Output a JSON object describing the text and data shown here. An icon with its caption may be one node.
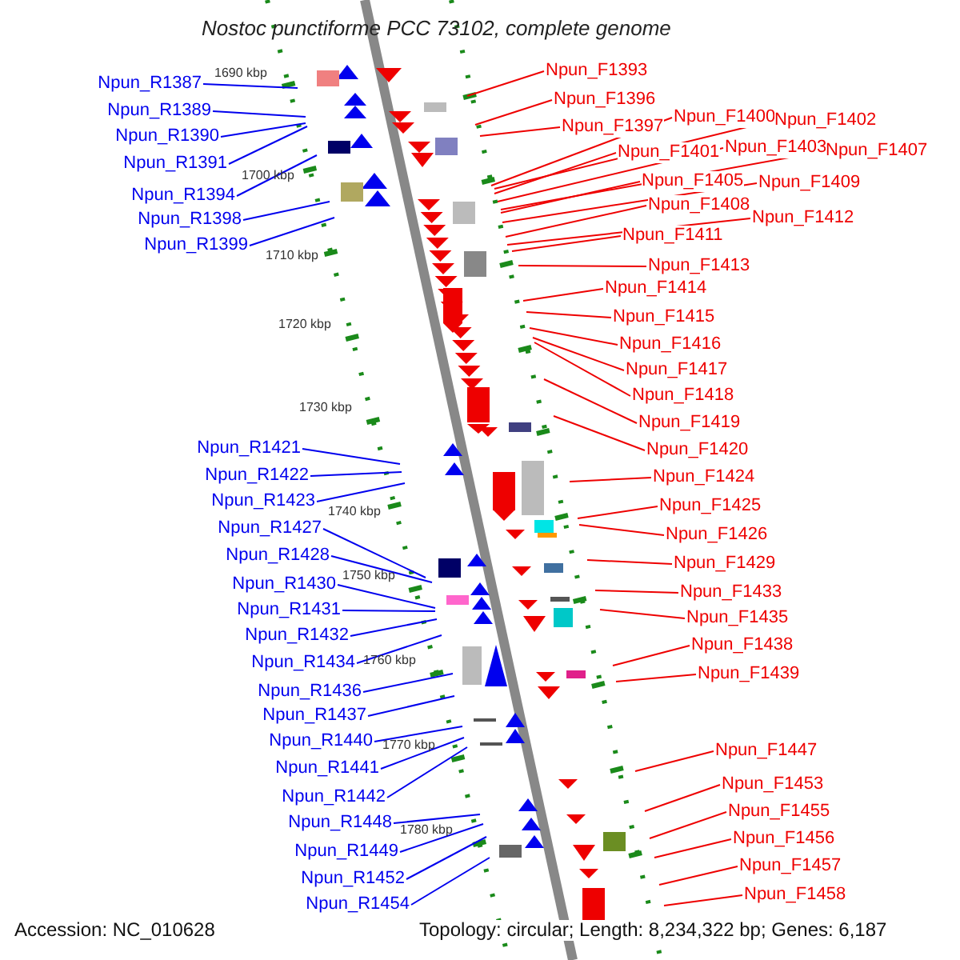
{
  "diagram": {
    "title": "Nostoc punctiforme PCC 73102, complete genome",
    "nodes": [
      {
        "text": [
          "Npun_R1387"
        ]
      },
      {
        "text": [
          "Npun_R1389"
        ]
      },
      {
        "text": [
          "Npun_R1390"
        ]
      },
      {
        "text": [
          "Npun_R1391"
        ]
      },
      {
        "text": [
          "Npun_R1394"
        ]
      },
      {
        "text": [
          "Npun_R1398"
        ]
      },
      {
        "text": [
          "Npun_R1399"
        ]
      },
      {
        "text": [
          "Npun_R1421"
        ]
      },
      {
        "text": [
          "Npun_R1422"
        ]
      },
      {
        "text": [
          "Npun_R1423"
        ]
      },
      {
        "text": [
          "Npun_R1427"
        ]
      },
      {
        "text": [
          "Npun_R1428"
        ]
      },
      {
        "text": [
          "Npun_R1430"
        ]
      },
      {
        "text": [
          "Npun_R1431"
        ]
      },
      {
        "text": [
          "Npun_R1432"
        ]
      },
      {
        "text": [
          "Npun_R1434"
        ]
      },
      {
        "text": [
          "Npun_R1436"
        ]
      },
      {
        "text": [
          "Npun_R1437"
        ]
      },
      {
        "text": [
          "Npun_R1440"
        ]
      },
      {
        "text": [
          "Npun_R1441"
        ]
      },
      {
        "text": [
          "Npun_R1442"
        ]
      },
      {
        "text": [
          "Npun_R1448"
        ]
      },
      {
        "text": [
          "Npun_R1449"
        ]
      },
      {
        "text": [
          "Npun_R1452"
        ]
      },
      {
        "text": [
          "Npun_R1454"
        ]
      },
      {
        "text": [
          "Npun_F1393"
        ]
      },
      {
        "text": [
          "Npun_F1396"
        ]
      },
      {
        "text": [
          "Npun_F1397"
        ]
      },
      {
        "text": [
          "Npun_F1400"
        ]
      },
      {
        "text": [
          "Npun_F1402"
        ]
      },
      {
        "text": [
          "Npun_F1401"
        ]
      },
      {
        "text": [
          "Npun_F1403"
        ]
      },
      {
        "text": [
          "Npun_F1407"
        ]
      },
      {
        "text": [
          "Npun_F1405"
        ]
      },
      {
        "text": [
          "Npun_F1409"
        ]
      },
      {
        "text": [
          "Npun_F1408"
        ]
      },
      {
        "text": [
          "Npun_F1412"
        ]
      },
      {
        "text": [
          "Npun_F1411"
        ]
      },
      {
        "text": [
          "Npun_F1413"
        ]
      },
      {
        "text": [
          "Npun_F1414"
        ]
      },
      {
        "text": [
          "Npun_F1415"
        ]
      },
      {
        "text": [
          "Npun_F1416"
        ]
      },
      {
        "text": [
          "Npun_F1417"
        ]
      },
      {
        "text": [
          "Npun_F1418"
        ]
      },
      {
        "text": [
          "Npun_F1419"
        ]
      },
      {
        "text": [
          "Npun_F1420"
        ]
      },
      {
        "text": [
          "Npun_F1424"
        ]
      },
      {
        "text": [
          "Npun_F1425"
        ]
      },
      {
        "text": [
          "Npun_F1426"
        ]
      },
      {
        "text": [
          "Npun_F1429"
        ]
      },
      {
        "text": [
          "Npun_F1433"
        ]
      },
      {
        "text": [
          "Npun_F1435"
        ]
      },
      {
        "text": [
          "Npun_F1438"
        ]
      },
      {
        "text": [
          "Npun_F1439"
        ]
      },
      {
        "text": [
          "Npun_F1447"
        ]
      },
      {
        "text": [
          "Npun_F1453"
        ]
      },
      {
        "text": [
          "Npun_F1455"
        ]
      },
      {
        "text": [
          "Npun_F1456"
        ]
      },
      {
        "text": [
          "Npun_F1457"
        ]
      },
      {
        "text": [
          "Npun_F1458"
        ]
      }
    ],
    "edges": [
      {
        "from": 0,
        "to": null,
        "arrow": "none",
        "color": "#0000ee"
      },
      {
        "from": 1,
        "to": null,
        "arrow": "none",
        "color": "#0000ee"
      },
      {
        "from": 2,
        "to": null,
        "arrow": "none",
        "color": "#0000ee"
      },
      {
        "from": 3,
        "to": null,
        "arrow": "none",
        "color": "#0000ee"
      },
      {
        "from": 4,
        "to": null,
        "arrow": "none",
        "color": "#0000ee"
      },
      {
        "from": 5,
        "to": null,
        "arrow": "none",
        "color": "#0000ee"
      },
      {
        "from": 6,
        "to": null,
        "arrow": "none",
        "color": "#0000ee"
      },
      {
        "from": 7,
        "to": null,
        "arrow": "none",
        "color": "#0000ee"
      },
      {
        "from": 8,
        "to": null,
        "arrow": "none",
        "color": "#0000ee"
      },
      {
        "from": 9,
        "to": null,
        "arrow": "none",
        "color": "#0000ee"
      },
      {
        "from": 10,
        "to": null,
        "arrow": "none",
        "color": "#0000ee"
      },
      {
        "from": 11,
        "to": null,
        "arrow": "none",
        "color": "#0000ee"
      },
      {
        "from": 12,
        "to": null,
        "arrow": "none",
        "color": "#0000ee"
      },
      {
        "from": 13,
        "to": null,
        "arrow": "none",
        "color": "#0000ee"
      },
      {
        "from": 14,
        "to": null,
        "arrow": "none",
        "color": "#0000ee"
      },
      {
        "from": 15,
        "to": null,
        "arrow": "none",
        "color": "#0000ee"
      },
      {
        "from": 16,
        "to": null,
        "arrow": "none",
        "color": "#0000ee"
      },
      {
        "from": 17,
        "to": null,
        "arrow": "none",
        "color": "#0000ee"
      },
      {
        "from": 18,
        "to": null,
        "arrow": "none",
        "color": "#0000ee"
      },
      {
        "from": 19,
        "to": null,
        "arrow": "none",
        "color": "#0000ee"
      },
      {
        "from": 20,
        "to": null,
        "arrow": "none",
        "color": "#0000ee"
      },
      {
        "from": 21,
        "to": null,
        "arrow": "none",
        "color": "#0000ee"
      },
      {
        "from": 22,
        "to": null,
        "arrow": "none",
        "color": "#0000ee"
      },
      {
        "from": 23,
        "to": null,
        "arrow": "none",
        "color": "#0000ee"
      },
      {
        "from": 24,
        "to": null,
        "arrow": "none",
        "color": "#0000ee"
      },
      {
        "from": 25,
        "to": null,
        "arrow": "none"
      },
      {
        "from": 26,
        "to": null,
        "arrow": "none"
      },
      {
        "from": 27,
        "to": null,
        "arrow": "none"
      },
      {
        "from": 28,
        "to": null,
        "arrow": "none"
      },
      {
        "from": 29,
        "to": null,
        "arrow": "none"
      },
      {
        "from": 30,
        "to": null,
        "arrow": "none"
      },
      {
        "from": 31,
        "to": null,
        "arrow": "none"
      },
      {
        "from": 32,
        "to": null,
        "arrow": "none"
      },
      {
        "from": 33,
        "to": null,
        "arrow": "none"
      },
      {
        "from": 34,
        "to": null,
        "arrow": "none"
      },
      {
        "from": 35,
        "to": null,
        "arrow": "none"
      },
      {
        "from": 36,
        "to": null,
        "arrow": "none"
      },
      {
        "from": 37,
        "to": null,
        "arrow": "none"
      },
      {
        "from": 38,
        "to": null,
        "arrow": "none"
      },
      {
        "from": 39,
        "to": null,
        "arrow": "none"
      },
      {
        "from": 40,
        "to": null,
        "arrow": "none"
      },
      {
        "from": 41,
        "to": null,
        "arrow": "none"
      },
      {
        "from": 42,
        "to": null,
        "arrow": "none"
      },
      {
        "from": 43,
        "to": null,
        "arrow": "none"
      },
      {
        "from": 44,
        "to": null,
        "arrow": "none"
      },
      {
        "from": 45,
        "to": null,
        "arrow": "none"
      },
      {
        "from": 46,
        "to": null,
        "arrow": "none"
      },
      {
        "from": 47,
        "to": null,
        "arrow": "none"
      },
      {
        "from": 48,
        "to": null,
        "arrow": "none"
      },
      {
        "from": 49,
        "to": null,
        "arrow": "none"
      },
      {
        "from": 50,
        "to": null,
        "arrow": "none"
      },
      {
        "from": 51,
        "to": null,
        "arrow": "none"
      },
      {
        "from": 52,
        "to": null,
        "arrow": "none"
      },
      {
        "from": 53,
        "to": null,
        "arrow": "none"
      },
      {
        "from": 54,
        "to": null,
        "arrow": "none"
      },
      {
        "from": 55,
        "to": null,
        "arrow": "none"
      },
      {
        "from": 56,
        "to": null,
        "arrow": "none"
      },
      {
        "from": 57,
        "to": null,
        "arrow": "none"
      },
      {
        "from": 58,
        "to": null,
        "arrow": "none"
      },
      {
        "from": 59,
        "to": null,
        "arrow": "none"
      }
    ],
    "labels": [
      "1690 kbp",
      "1700 kbp",
      "1710 kbp",
      "1720 kbp",
      "1730 kbp",
      "1740 kbp",
      "1750 kbp",
      "1760 kbp",
      "1770 kbp",
      "1780 kbp",
      "Accession: NC_010628",
      "Topology: circular; Length: 8,234,322 bp; Genes: 6,187"
    ]
  }
}
